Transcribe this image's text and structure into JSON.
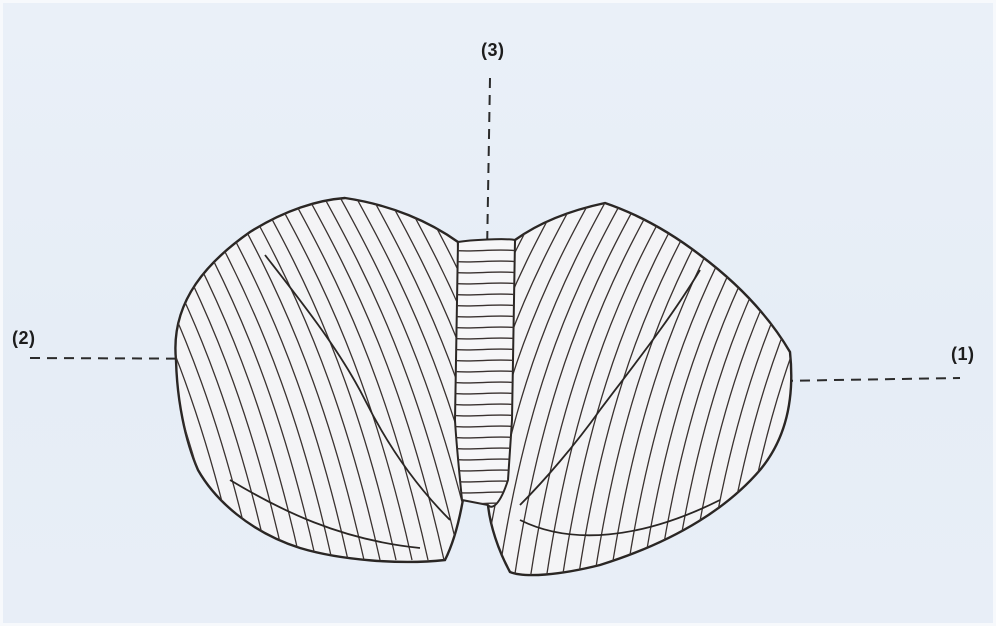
{
  "diagram": {
    "labels": {
      "one": "(1)",
      "two": "(2)",
      "three": "(3)"
    },
    "colors": {
      "background": "#e8eef7",
      "ink": "#2a2624",
      "fill": "#f4f4f6",
      "dash": "#2b2b2b"
    }
  }
}
